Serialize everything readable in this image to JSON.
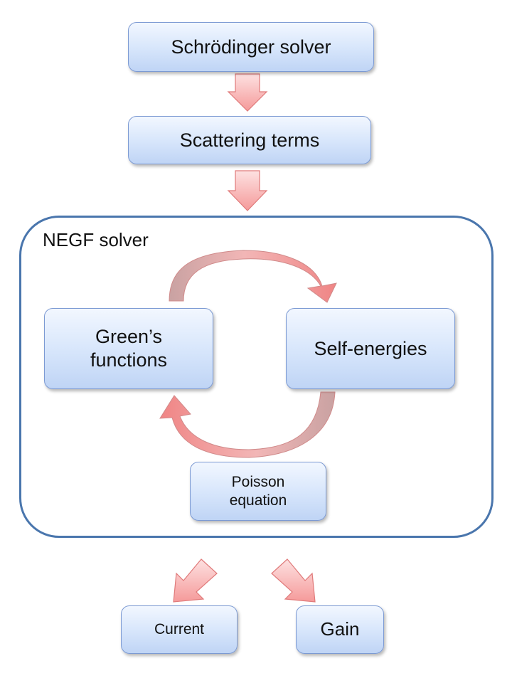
{
  "diagram": {
    "nodes": {
      "schrodinger": "Schrödinger solver",
      "scattering": "Scattering terms",
      "greens": [
        "Green’s",
        "functions"
      ],
      "self_energies": "Self-energies",
      "poisson": [
        "Poisson",
        "equation"
      ],
      "current": "Current",
      "gain": "Gain"
    },
    "group_title": "NEGF solver",
    "colors": {
      "box_border": "#7c9ad3",
      "box_fill_top": "#f2f7ff",
      "box_fill_bottom": "#bfd4f5",
      "frame_border": "#4a76ad",
      "arrow_fill": "#f7a9a9",
      "arrow_stroke": "#e07a7a",
      "loop_arrow_dark": "#c29a9a"
    },
    "edges": [
      {
        "from": "schrodinger",
        "to": "scattering"
      },
      {
        "from": "scattering",
        "to": "negf_solver"
      },
      {
        "from": "greens",
        "to": "self_energies",
        "style": "curved"
      },
      {
        "from": "self_energies",
        "to": "greens",
        "style": "curved"
      },
      {
        "from": "negf_solver",
        "to": "current"
      },
      {
        "from": "negf_solver",
        "to": "gain"
      }
    ]
  }
}
